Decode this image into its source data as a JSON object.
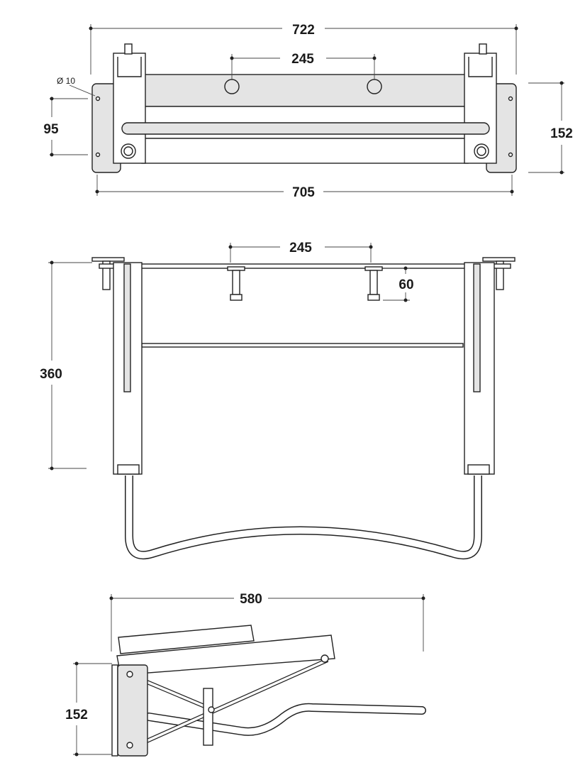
{
  "top_view": {
    "overall_width": "722",
    "hook_spacing": "245",
    "hole_diameter": "Ø 10",
    "hole_spacing": "95",
    "plate_height": "152",
    "plate_span": "705"
  },
  "front_view": {
    "hook_spacing": "245",
    "hook_depth": "60",
    "height": "360"
  },
  "side_view": {
    "depth": "580",
    "plate_height": "152"
  }
}
